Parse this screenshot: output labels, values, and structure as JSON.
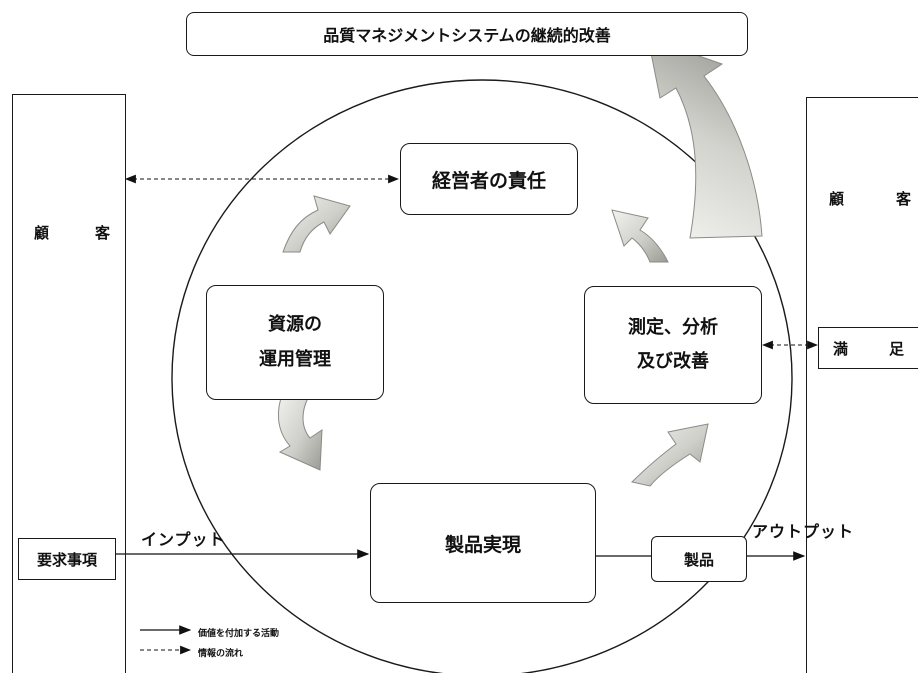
{
  "title": "品質マネジメントシステムの継続的改善",
  "processes": {
    "management": "経営者の責任",
    "resource_line1": "資源の",
    "resource_line2": "運用管理",
    "measure_line1": "測定、分析",
    "measure_line2": "及び改善",
    "realization": "製品実現"
  },
  "customer_left": {
    "char1": "顧",
    "char2": "客"
  },
  "customer_right": {
    "char1": "顧",
    "char2": "客"
  },
  "requirements": "要求事項",
  "satisfaction": {
    "char1": "満",
    "char2": "足"
  },
  "product": "製品",
  "input_label": "インプット",
  "output_label": "アウトプット",
  "legend": {
    "value_activity": "価値を付加する活動",
    "info_flow": "情報の流れ"
  }
}
